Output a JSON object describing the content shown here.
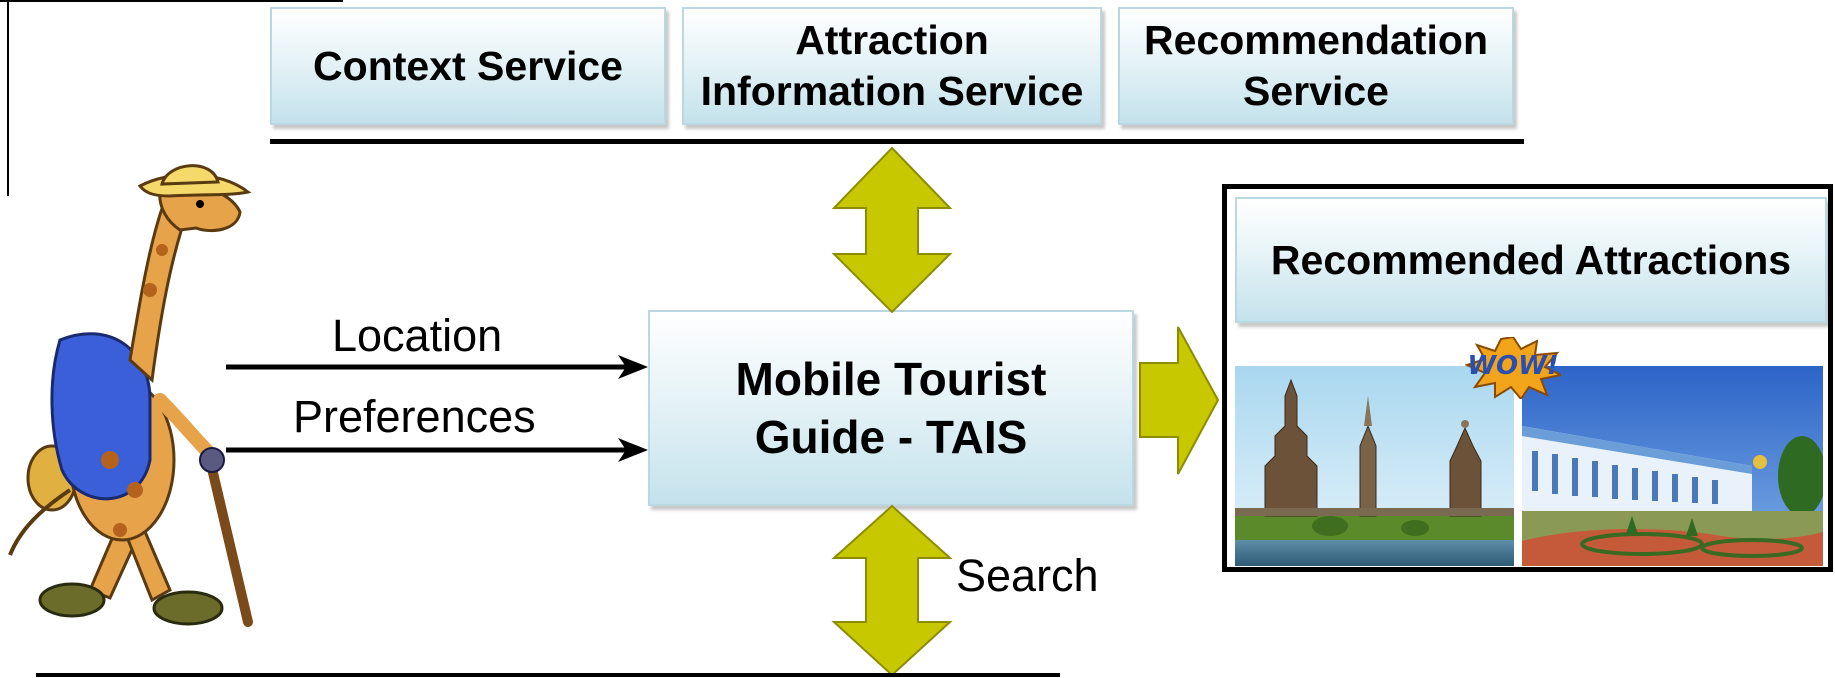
{
  "services": {
    "context": "Context Service",
    "attraction": "Attraction\nInformation Service",
    "recommendation": "Recommendation\nService"
  },
  "guide": {
    "label": "Mobile Tourist\nGuide - TAIS"
  },
  "inputs": {
    "location": "Location",
    "preferences": "Preferences"
  },
  "search_label": "Search",
  "recommended": {
    "title": "Recommended Attractions",
    "badge": "WOW!"
  },
  "colors": {
    "box_top": "#ffffff",
    "box_bottom": "#c4e2ec",
    "box_border": "#b9d8e2",
    "arrow_fill": "#c8c800",
    "arrow_stroke": "#8c8c00"
  }
}
